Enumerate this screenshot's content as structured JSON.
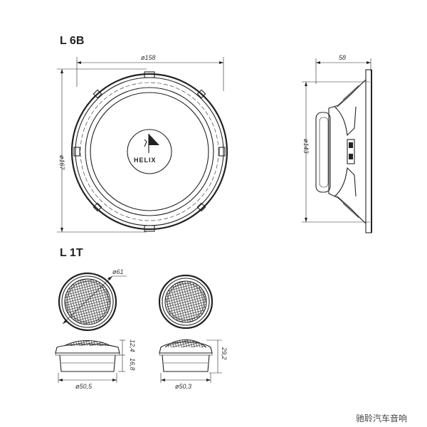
{
  "sections": {
    "woofer": {
      "title": "L 6B"
    },
    "tweeter": {
      "title": "L 1T"
    }
  },
  "dimensions": {
    "woofer_outer_diameter": "ø158",
    "woofer_height": "ø167",
    "woofer_depth": "58",
    "woofer_cutout": "ø143",
    "tweeter_grille_diameter": "ø61",
    "tweeter_left_height_a": "12,4",
    "tweeter_left_height_b": "16,8",
    "tweeter_left_base": "ø50,5",
    "tweeter_right_height": "29,2",
    "tweeter_right_base": "ø50,3"
  },
  "logo": {
    "brand": "HELIX"
  },
  "watermark": "驰聆汽车音响"
}
